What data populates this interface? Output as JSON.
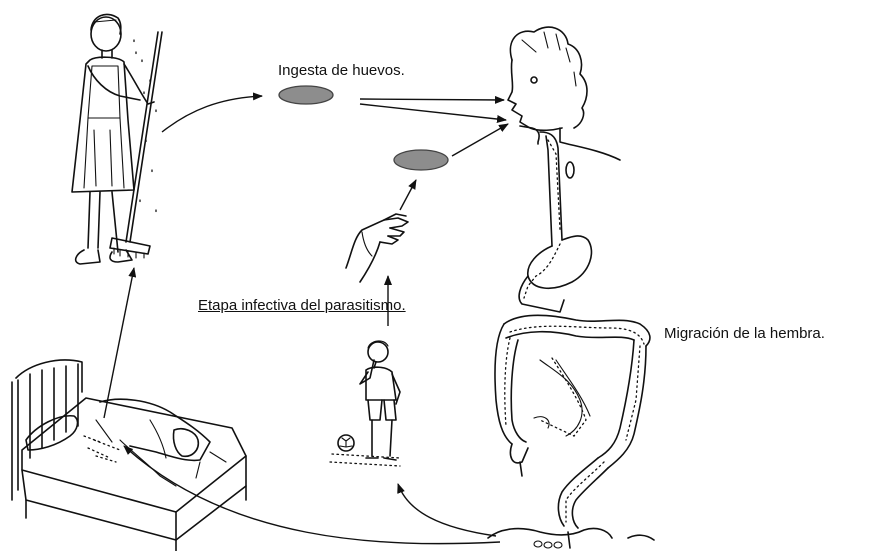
{
  "labels": {
    "ingestion": "Ingesta de huevos.",
    "infective_stage": "Etapa infectiva del parasitismo.",
    "female_migration": "Migración de la hembra."
  },
  "colors": {
    "ink": "#111111",
    "egg_fill": "#8d8d8d",
    "background": "#ffffff"
  }
}
